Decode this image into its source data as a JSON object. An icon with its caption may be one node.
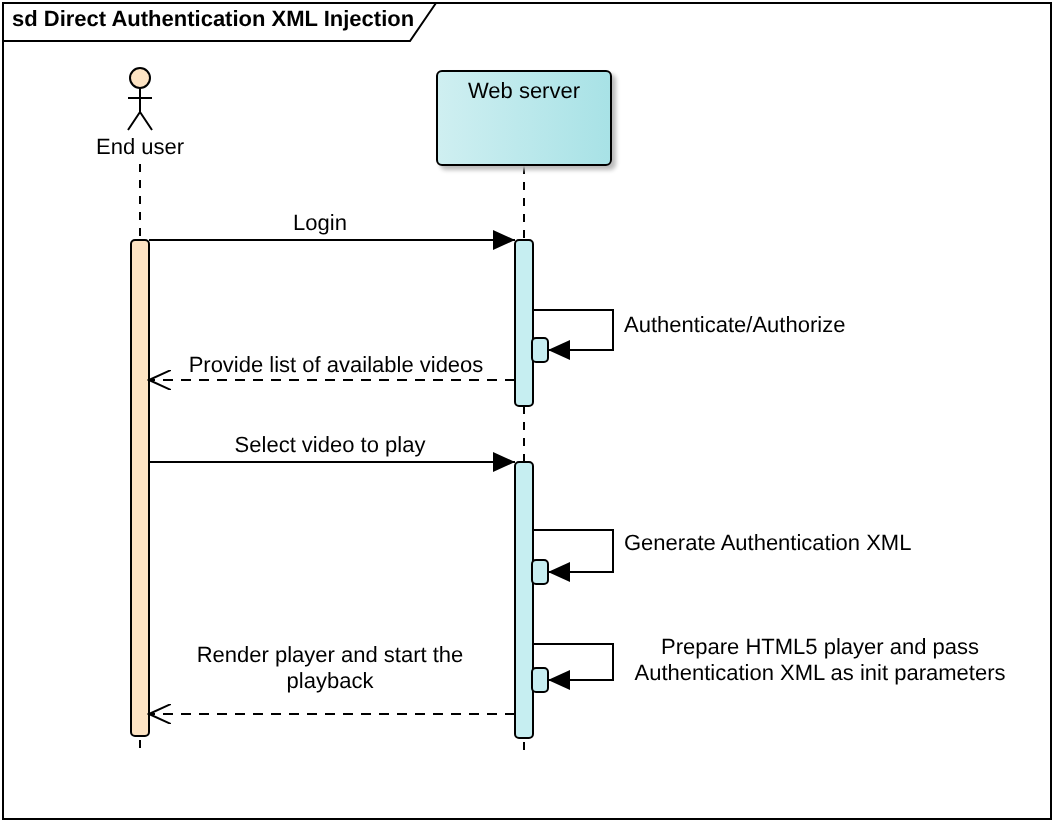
{
  "diagram": {
    "title": "sd Direct Authentication XML Injection",
    "nodes": [
      {
        "text": [
          "End user"
        ]
      },
      {
        "text": [
          "Web server"
        ]
      },
      {
        "text": [],
        "shape": "bar"
      },
      {
        "text": [],
        "shape": "bar"
      },
      {
        "text": [],
        "shape": "bar"
      },
      {
        "text": [],
        "shape": "bar"
      },
      {
        "text": [],
        "shape": "bar"
      },
      {
        "text": [],
        "shape": "bar"
      }
    ],
    "edges": [
      {
        "from": 2,
        "to": 3,
        "arrow": "to",
        "label": "Login"
      },
      {
        "from": 3,
        "to": 5,
        "arrow": "to",
        "label": "Authenticate/Authorize"
      },
      {
        "from": 3,
        "to": 2,
        "arrow": "to",
        "label": "Provide list of available videos",
        "style": "dashed"
      },
      {
        "from": 2,
        "to": 4,
        "arrow": "to",
        "label": "Select video to play"
      },
      {
        "from": 4,
        "to": 6,
        "arrow": "to",
        "label": "Generate Authentication XML"
      },
      {
        "from": 4,
        "to": 7,
        "arrow": "to",
        "label": "Prepare HTML5 player and pass Authentication XML as init parameters"
      },
      {
        "from": 4,
        "to": 2,
        "arrow": "to",
        "label": "Render player and start the playback",
        "style": "dashed"
      }
    ]
  }
}
